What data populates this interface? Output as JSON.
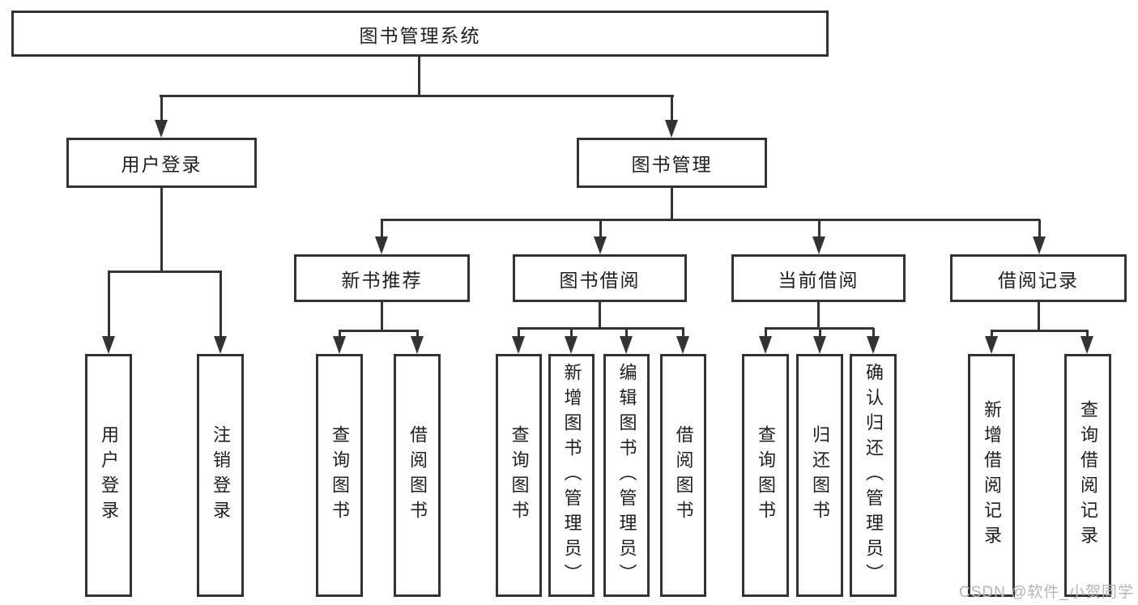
{
  "diagram": {
    "title": "图书管理系统",
    "branches": {
      "user_login": {
        "label": "用户登录",
        "children": [
          "用户登录",
          "注销登录"
        ]
      },
      "book_management": {
        "label": "图书管理",
        "sections": {
          "new_book_recommend": {
            "label": "新书推荐",
            "children": [
              "查询图书",
              "借阅图书"
            ]
          },
          "book_borrow": {
            "label": "图书借阅",
            "children": [
              "查询图书",
              "新增图书（管理员）",
              "编辑图书（管理员）",
              "借阅图书"
            ]
          },
          "current_borrow": {
            "label": "当前借阅",
            "children": [
              "查询图书",
              "归还图书",
              "确认归还（管理员）"
            ]
          },
          "borrow_records": {
            "label": "借阅记录",
            "children": [
              "新增借阅记录",
              "查询借阅记录"
            ]
          }
        }
      }
    },
    "colors": {
      "line": "#333333",
      "text": "#1f1f1f",
      "background": "#ffffff"
    }
  },
  "watermark": {
    "text": "CSDN @软件_小贺同学",
    "color": "#b5b5b5"
  }
}
